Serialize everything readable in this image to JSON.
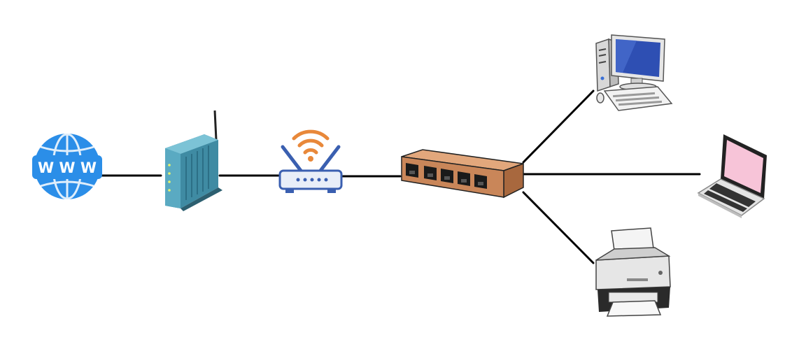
{
  "globe": {
    "label": "W W W",
    "icon": "globe-icon",
    "color": "#2b8ee8"
  },
  "devices": [
    {
      "id": "internet",
      "icon": "globe-icon"
    },
    {
      "id": "modem",
      "icon": "modem-icon"
    },
    {
      "id": "wifi-router",
      "icon": "wifi-router-icon"
    },
    {
      "id": "network-switch",
      "icon": "switch-icon"
    },
    {
      "id": "desktop-computer",
      "icon": "desktop-computer-icon"
    },
    {
      "id": "laptop",
      "icon": "laptop-icon"
    },
    {
      "id": "printer",
      "icon": "printer-icon"
    }
  ],
  "connections": [
    {
      "from": "internet",
      "to": "modem"
    },
    {
      "from": "modem",
      "to": "wifi-router"
    },
    {
      "from": "wifi-router",
      "to": "network-switch"
    },
    {
      "from": "network-switch",
      "to": "desktop-computer"
    },
    {
      "from": "network-switch",
      "to": "laptop"
    },
    {
      "from": "network-switch",
      "to": "printer"
    }
  ],
  "colors": {
    "link": "#000000",
    "wifi_signal": "#e8883a",
    "switch_body": "#c98659",
    "modem_body": "#4e9fb8",
    "monitor_screen": "#2e4fb3",
    "laptop_screen": "#f7c4d8"
  }
}
